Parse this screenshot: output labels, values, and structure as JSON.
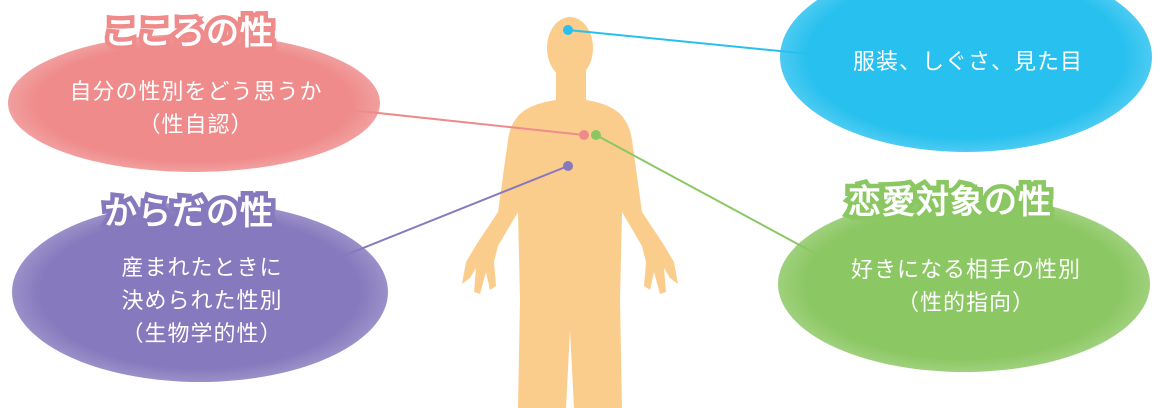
{
  "colors": {
    "kokoro": "#ef8b8b",
    "karada": "#8679bd",
    "appearance": "#27c0ef",
    "renai": "#8bc762",
    "body": "#fbcd8c"
  },
  "kokoro": {
    "title": "こころの性",
    "line1": "自分の性別をどう思うか",
    "line2": "（性自認）"
  },
  "karada": {
    "title": "からだの性",
    "line1": "産まれたときに",
    "line2": "決められた性別",
    "line3": "（生物学的性）"
  },
  "appearance": {
    "text": "服装、しぐさ、見た目"
  },
  "renai": {
    "title": "恋愛対象の性",
    "line1": "好きになる相手の性別",
    "line2": "（性的指向）"
  }
}
